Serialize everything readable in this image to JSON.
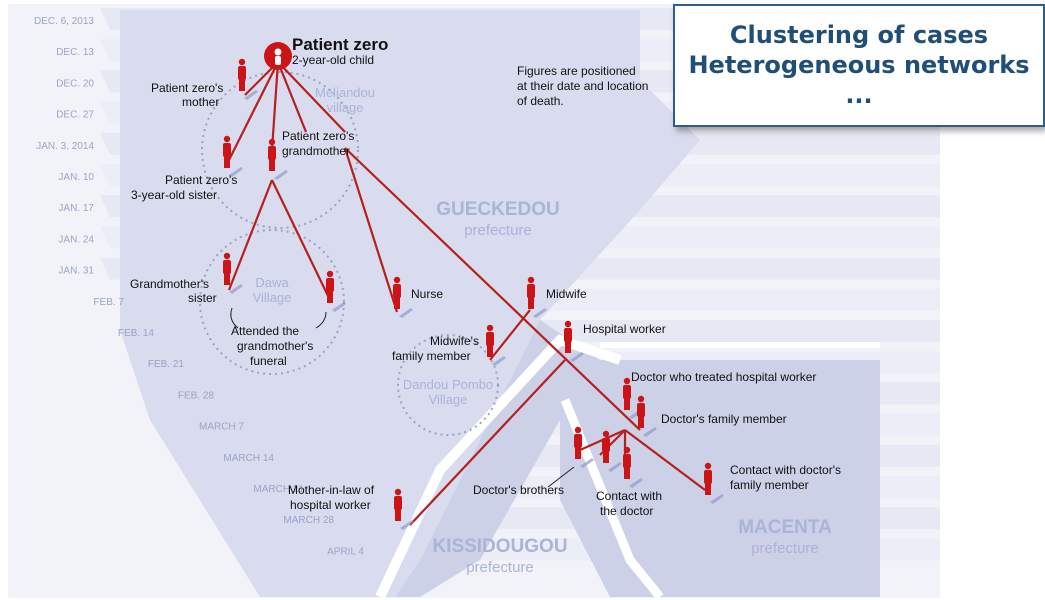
{
  "callout": {
    "line1": "Clustering of cases",
    "line2": "Heterogeneous networks",
    "line3": "..."
  },
  "title": {
    "main": "Patient zero",
    "sub": "2-year-old child"
  },
  "note": [
    "Figures are positioned",
    "at their date and location",
    "of death."
  ],
  "dates": [
    "DEC. 6, 2013",
    "DEC. 13",
    "DEC. 20",
    "DEC. 27",
    "JAN. 3, 2014",
    "JAN. 10",
    "JAN. 17",
    "JAN. 24",
    "JAN. 31",
    "FEB. 7",
    "FEB. 14",
    "FEB. 21",
    "FEB. 28",
    "MARCH 7",
    "MARCH 14",
    "MARCH 21",
    "MARCH 28",
    "APRIL 4"
  ],
  "regions": {
    "gueckedou": [
      "GUECKEDOU",
      "prefecture"
    ],
    "kissidougou": [
      "KISSIDOUGOU",
      "prefecture"
    ],
    "macenta": [
      "MACENTA",
      "prefecture"
    ]
  },
  "villages": {
    "meliandou": [
      "Meliandou",
      "village"
    ],
    "dawa": [
      "Dawa",
      "Village"
    ],
    "dandou": [
      "Dandou Pombo",
      "Village"
    ]
  },
  "labels": {
    "mother": [
      "Patient zero's",
      "mother"
    ],
    "sister": [
      "Patient zero's",
      "3-year-old sister"
    ],
    "grandmother": [
      "Patient zero's",
      "grandmother"
    ],
    "gm_sister": [
      "Grandmother's",
      "sister"
    ],
    "funeral": [
      "Attended the",
      "grandmother's",
      "funeral"
    ],
    "nurse": [
      "Nurse"
    ],
    "midwife": [
      "Midwife"
    ],
    "midwife_family": [
      "Midwife's",
      "family member"
    ],
    "hospital_worker": [
      "Hospital worker"
    ],
    "doctor": [
      "Doctor who treated hospital worker"
    ],
    "doctor_family": [
      "Doctor's family member"
    ],
    "brothers": [
      "Doctor's brothers"
    ],
    "contact_doctor": [
      "Contact with",
      "the doctor"
    ],
    "contact_family": [
      "Contact with doctor's",
      "family member"
    ],
    "mother_in_law": [
      "Mother-in-law of",
      "hospital worker"
    ]
  },
  "colors": {
    "figure": "#cc1417",
    "link": "#b5201d",
    "band": "#d4d8ec",
    "band_light": "#e4e7f4",
    "region_text": "#9aa6cf",
    "date_text": "#9aa3c6",
    "callout_text": "#1f4e79",
    "callout_border": "#2e5f8a"
  }
}
